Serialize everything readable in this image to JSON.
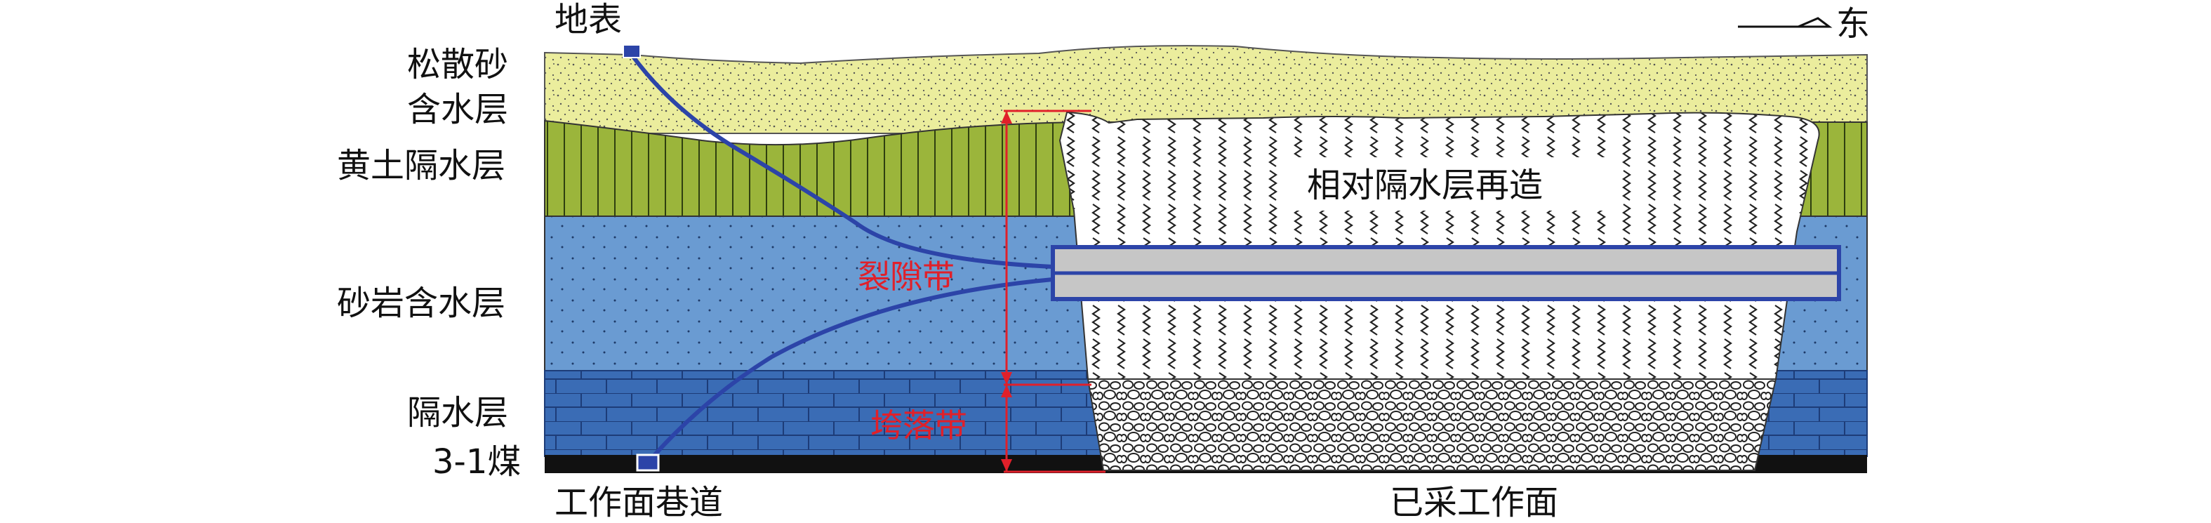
{
  "labels": {
    "surface": "地表",
    "east": "东",
    "loose_sand_line1": "松散砂",
    "loose_sand_line2": "含水层",
    "loess": "黄土隔水层",
    "sandstone": "砂岩含水层",
    "aquiclude": "隔水层",
    "coal": "3-1煤",
    "roadway": "工作面巷道",
    "mined_face": "已采工作面",
    "reconstruction": "相对隔水层再造",
    "fracture_zone": "裂隙带",
    "caving_zone": "垮落带"
  },
  "colors": {
    "sand": "#ebed9d",
    "loess": "#9bb53b",
    "sandstone": "#6a9bd2",
    "aquiclude": "#3a6cb5",
    "coal": "#111111",
    "fracture_fill": "#ffffff",
    "band": "#c6c6c6",
    "band_edge": "#2c44a8",
    "path": "#2c44a8",
    "marker": "#e0202a"
  }
}
